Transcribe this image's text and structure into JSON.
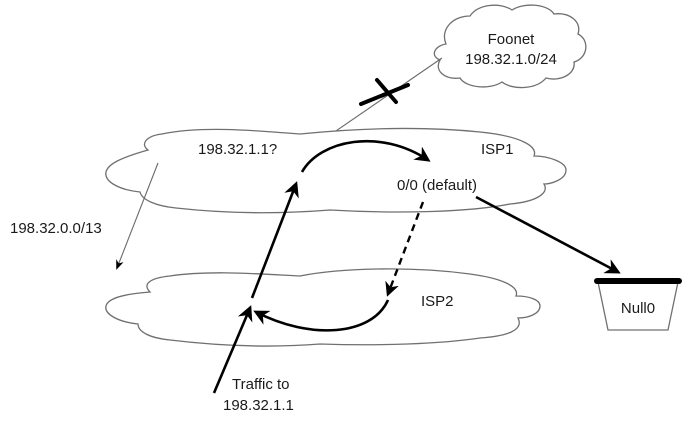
{
  "diagram": {
    "clouds": {
      "foonet": {
        "name": "Foonet",
        "prefix": "198.32.1.0/24"
      },
      "isp1": {
        "name": "ISP1",
        "query": "198.32.1.1?",
        "route": "0/0 (default)"
      },
      "isp2": {
        "name": "ISP2"
      }
    },
    "aggregate_label": "198.32.0.0/13",
    "null_interface": "Null0",
    "traffic_label_line1": "Traffic to",
    "traffic_label_line2": "198.32.1.1",
    "link_status": "broken"
  }
}
